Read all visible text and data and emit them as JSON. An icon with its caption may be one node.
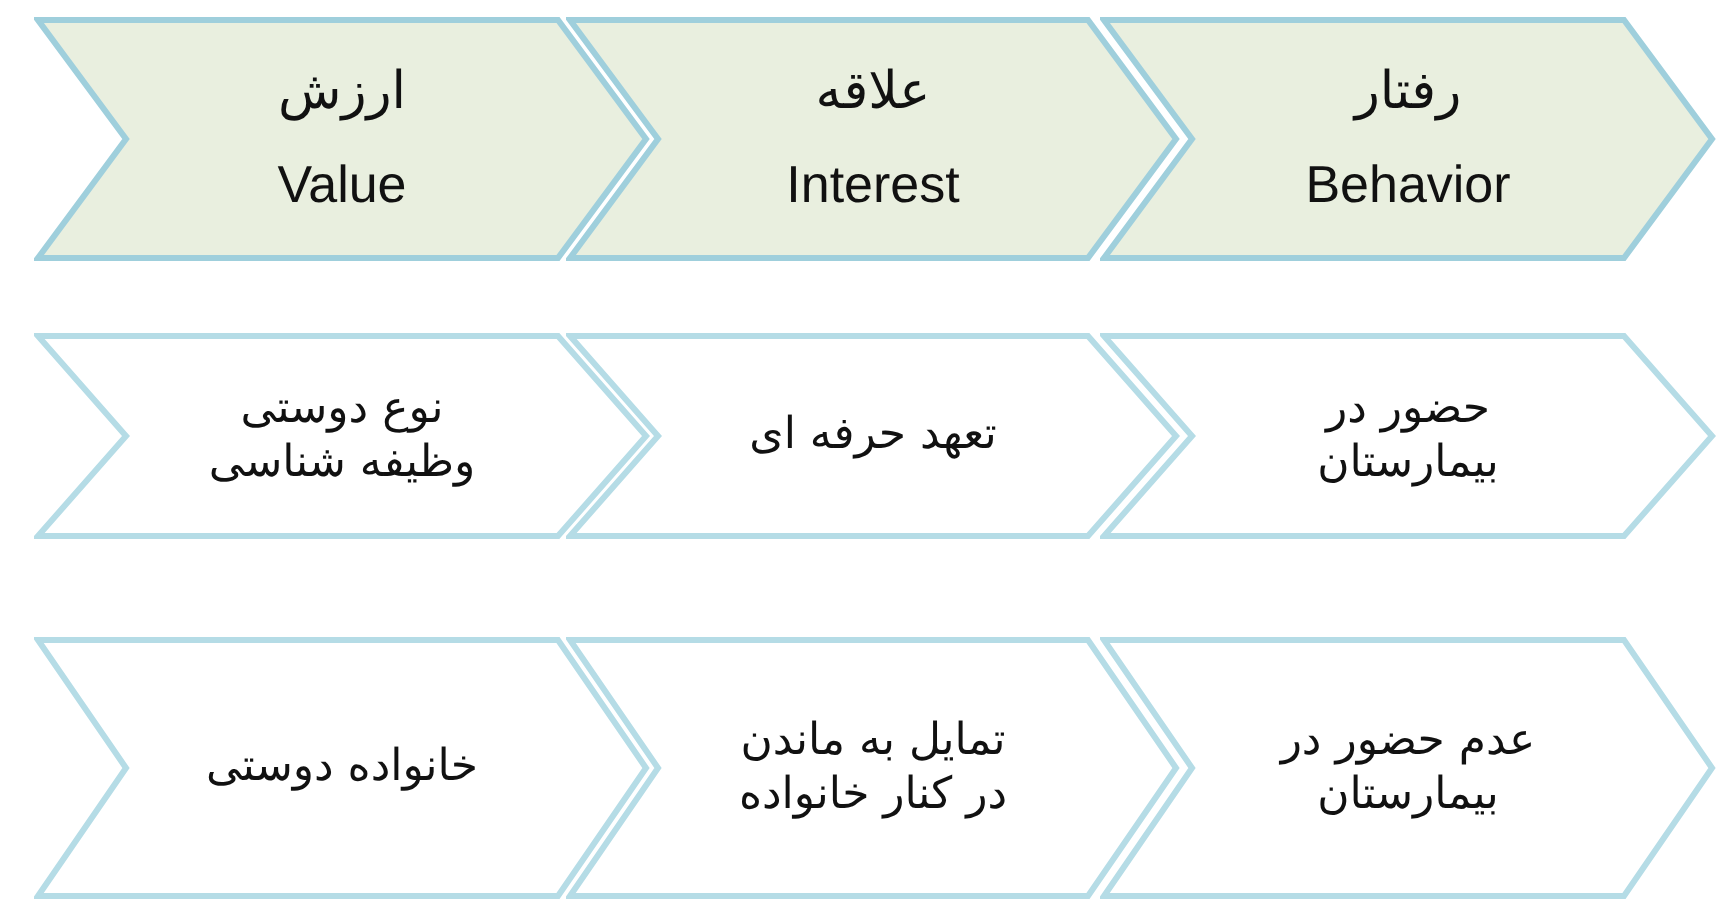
{
  "diagram": {
    "nodes": [
      {
        "text": [
          "رفتار",
          "Behavior"
        ]
      },
      {
        "text": [
          "علاقه",
          "Interest"
        ]
      },
      {
        "text": [
          "ارزش",
          "Value"
        ]
      },
      {
        "text": [
          "حضور در بیمارستان"
        ]
      },
      {
        "text": [
          "تعهد حرفه ای"
        ]
      },
      {
        "text": [
          "نوع دوستی وظیفه شناسی"
        ]
      },
      {
        "text": [
          "عدم حضور در بیمارستان"
        ]
      },
      {
        "text": [
          "تمایل به ماندن در کنار خانواده"
        ]
      },
      {
        "text": [
          "خانواده دوستی"
        ]
      }
    ]
  }
}
